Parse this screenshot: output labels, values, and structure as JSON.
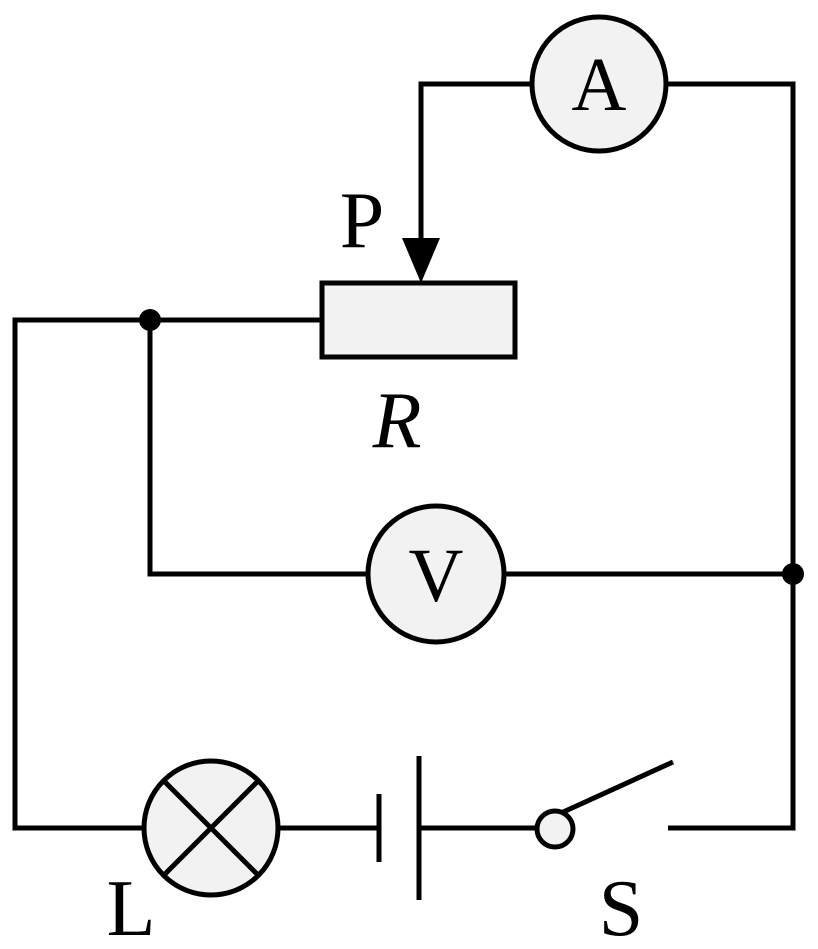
{
  "diagram": {
    "type": "circuit-schematic",
    "colors": {
      "stroke": "#000000",
      "component_fill": "#f2f2f2",
      "background": "#ffffff"
    },
    "labels": {
      "ammeter": "A",
      "voltmeter": "V",
      "slider": "P",
      "rheostat": "R",
      "lamp": "L",
      "switch": "S"
    },
    "components": [
      {
        "id": "ammeter",
        "symbol": "circle-letter"
      },
      {
        "id": "voltmeter",
        "symbol": "circle-letter"
      },
      {
        "id": "rheostat",
        "symbol": "rectangle-resistor-with-slider"
      },
      {
        "id": "lamp",
        "symbol": "circle-cross"
      },
      {
        "id": "battery",
        "symbol": "single-cell"
      },
      {
        "id": "switch",
        "symbol": "open-switch"
      }
    ]
  }
}
